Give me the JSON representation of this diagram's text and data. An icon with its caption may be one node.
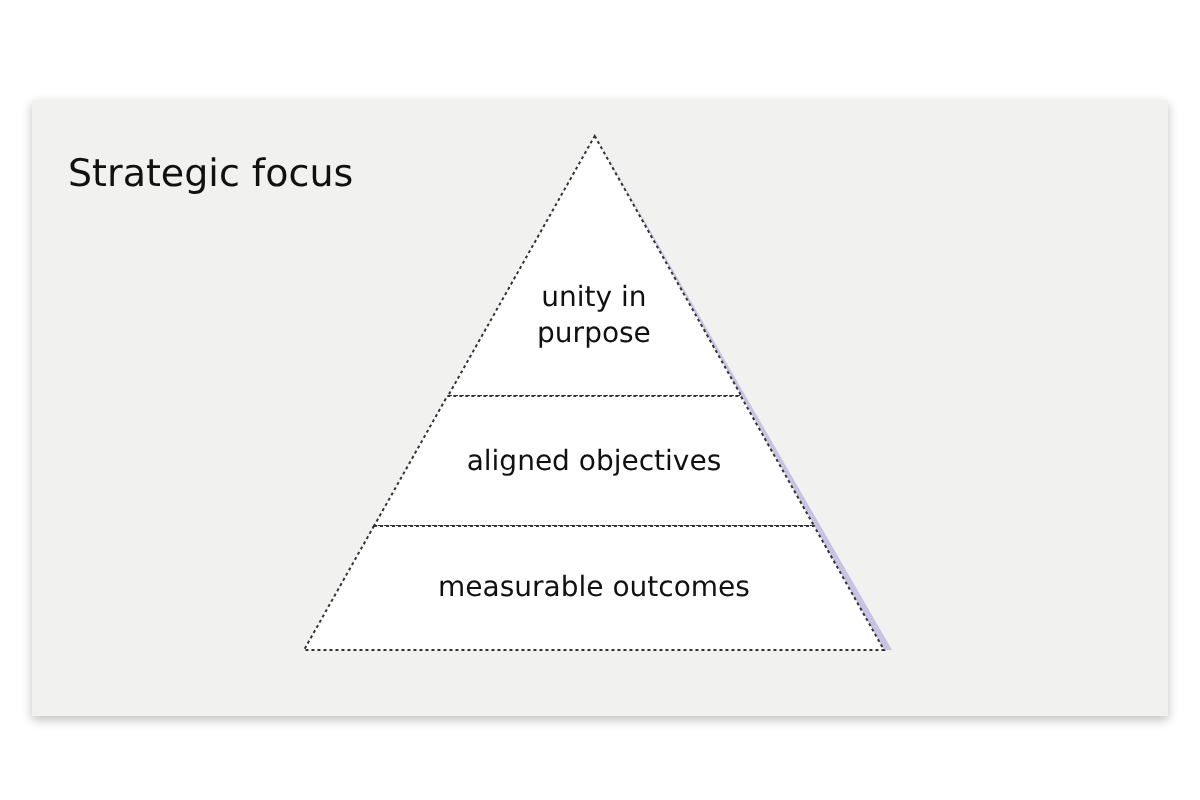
{
  "diagram": {
    "title": "Strategic focus",
    "nodes": [
      {
        "text": [
          "unity in purpose"
        ]
      },
      {
        "text": [
          "aligned objectives"
        ]
      },
      {
        "text": [
          "measurable outcomes"
        ]
      }
    ]
  }
}
